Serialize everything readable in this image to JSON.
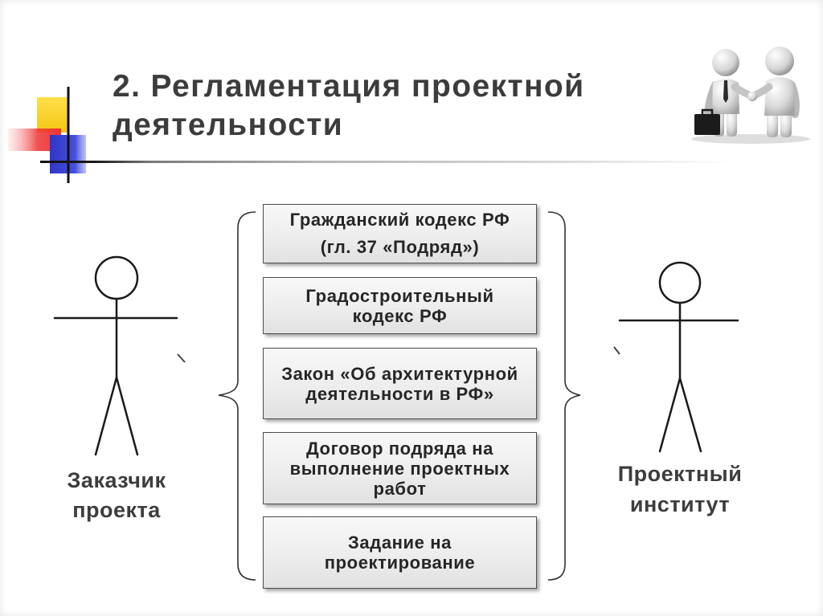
{
  "slide": {
    "title": {
      "lines": [
        "2. Регламентация проектной",
        "деятельности"
      ]
    },
    "decoration_icon": "theme-squares-icon",
    "header_image_icon": "handshake-figures-icon"
  },
  "actors": {
    "customer": {
      "icon": "stick-figure-icon",
      "label": [
        "Заказчик",
        "проекта"
      ]
    },
    "contractor": {
      "icon": "stick-figure-icon",
      "label": [
        "Проектный",
        "институт"
      ]
    }
  },
  "documents": [
    {
      "lines": [
        "Гражданский кодекс РФ",
        "(гл. 37 «Подряд»)"
      ]
    },
    {
      "lines": [
        "Градостроительный",
        "кодекс РФ"
      ]
    },
    {
      "lines": [
        "Закон «Об архитектурной",
        "деятельности в РФ»"
      ]
    },
    {
      "lines": [
        "Договор подряда на",
        "выполнение проектных",
        "работ"
      ]
    },
    {
      "lines": [
        "Задание на",
        "проектирование"
      ]
    }
  ],
  "colors": {
    "title_text": "#3c3c3c",
    "label_text": "#3d3d3d",
    "box_text": "#262626",
    "box_border": "#4d4d4d",
    "figure_stroke": "#1a1a1a",
    "brace_stroke": "#333333",
    "deco_yellow": "#f4c614",
    "deco_red": "#ee3535",
    "deco_blue": "#2f36c6",
    "deco_line": "#111111"
  }
}
